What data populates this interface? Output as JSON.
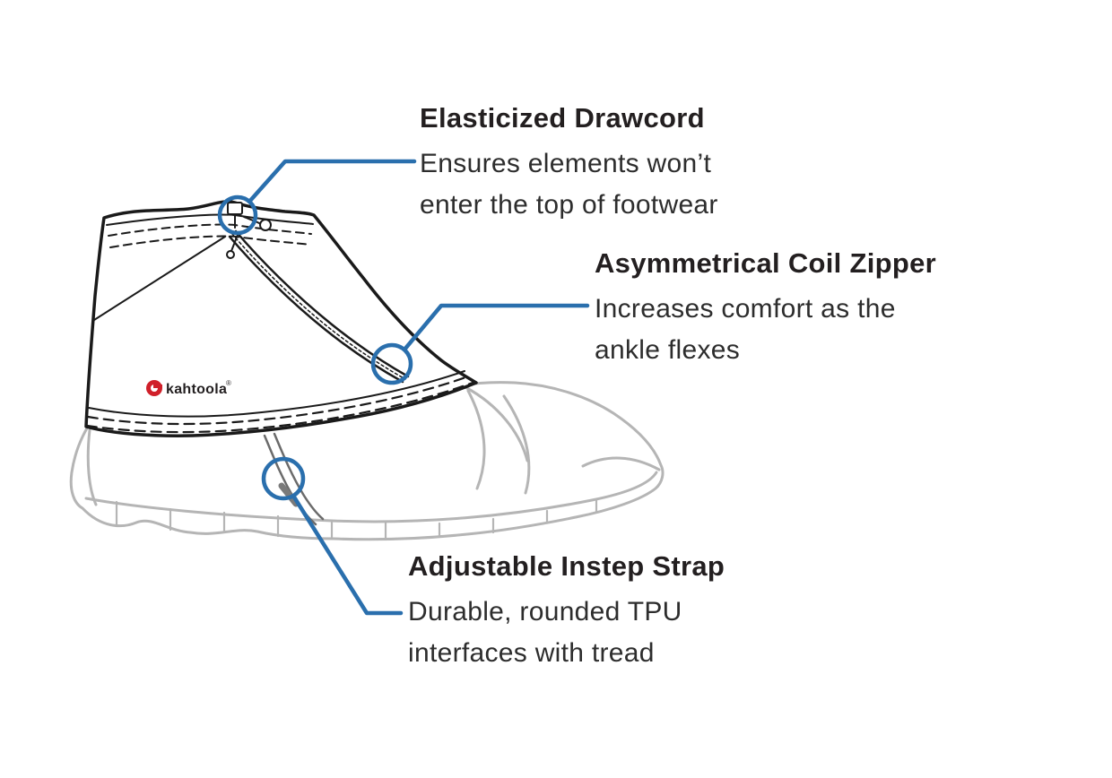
{
  "brand": {
    "name": "kahtoola",
    "trademark": "®"
  },
  "colors": {
    "accent": "#2a6fad",
    "ink": "#231f20",
    "sketch_gray": "#b5b5b5",
    "logo_red": "#d0202a"
  },
  "callouts": [
    {
      "id": "elasticized-drawcord",
      "title": "Elasticized Drawcord",
      "lines": [
        "Ensures elements won’t",
        "enter the top of footwear"
      ]
    },
    {
      "id": "asymmetrical-coil-zipper",
      "title": "Asymmetrical Coil Zipper",
      "lines": [
        "Increases comfort as the",
        "ankle flexes"
      ]
    },
    {
      "id": "adjustable-instep-strap",
      "title": "Adjustable Instep Strap",
      "lines": [
        "Durable, rounded TPU",
        "interfaces with tread"
      ]
    }
  ]
}
